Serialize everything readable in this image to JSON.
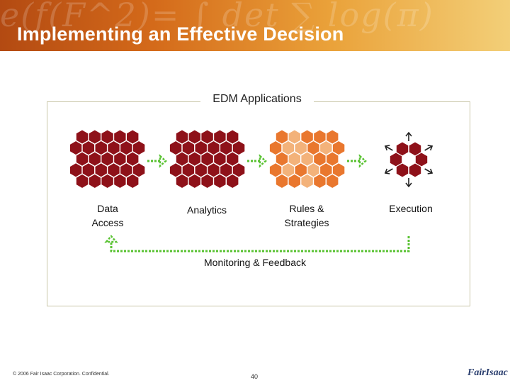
{
  "slide": {
    "title": "Implementing an Effective Decision",
    "header_decoration": "e(f(F^2)= ∫ det ∑ log(π)",
    "frame_label": "EDM Applications",
    "stages": [
      {
        "label": "Data\nAccess"
      },
      {
        "label": "Analytics"
      },
      {
        "label": "Rules &\nStrategies"
      },
      {
        "label": "Execution"
      }
    ],
    "feedback_label": "Monitoring & Feedback",
    "footer_copyright": "© 2006 Fair Isaac Corporation. Confidential.",
    "page_number": "40",
    "logo_text": "FairIsaac"
  },
  "colors": {
    "hex_dark_red": "#8e1119",
    "hex_light_orange": "#f3b27a",
    "hex_orange": "#e9772e",
    "arrow_green": "#59c232",
    "header_start": "#b34a12",
    "header_end": "#f3cf78"
  }
}
